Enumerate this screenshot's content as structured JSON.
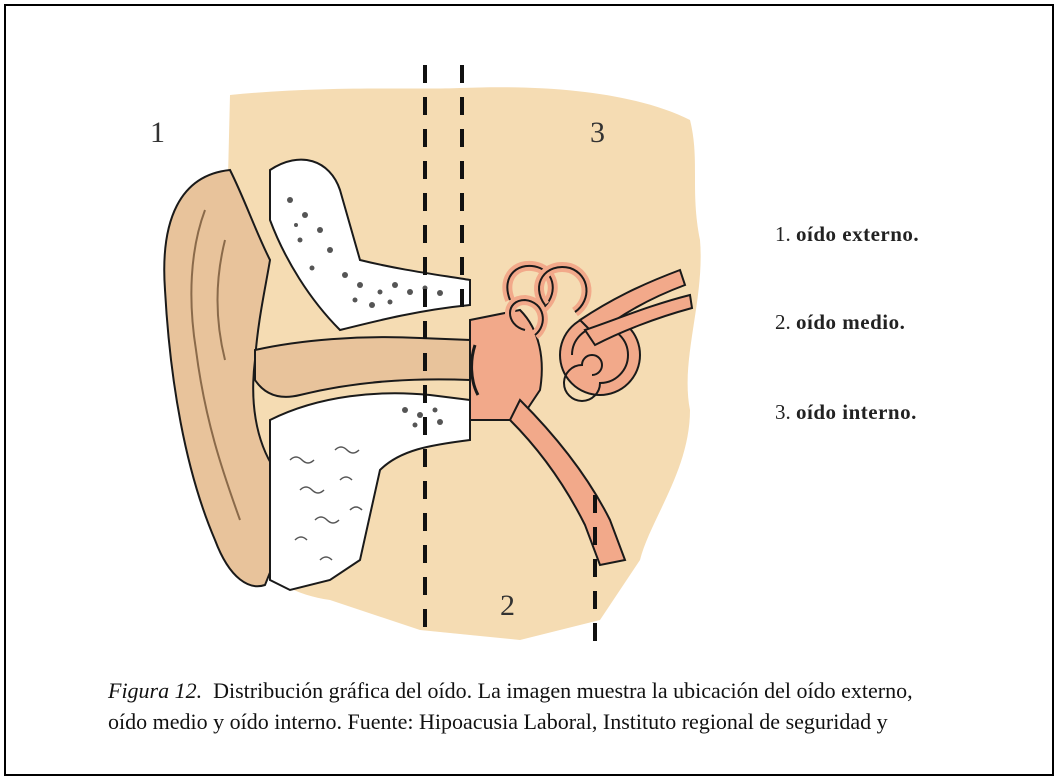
{
  "diagram": {
    "region_labels": [
      "1",
      "2",
      "3"
    ]
  },
  "legend": [
    {
      "number": "1.",
      "text": "oído externo."
    },
    {
      "number": "2.",
      "text": "oído medio."
    },
    {
      "number": "3.",
      "text": "oído interno."
    }
  ],
  "caption": {
    "figure_number": "Figura 12.",
    "line1": "Distribución gráfica del oído. La imagen muestra la ubicación del oído externo,",
    "line2": "oído medio y oído interno. Fuente: Hipoacusia Laboral, Instituto regional de seguridad y"
  },
  "colors": {
    "skin": "#f5dcb3",
    "ear": "#e8c39b",
    "inner_ear": "#f2a98a",
    "bone_hatch": "#555555",
    "outline": "#1a1a1a"
  }
}
